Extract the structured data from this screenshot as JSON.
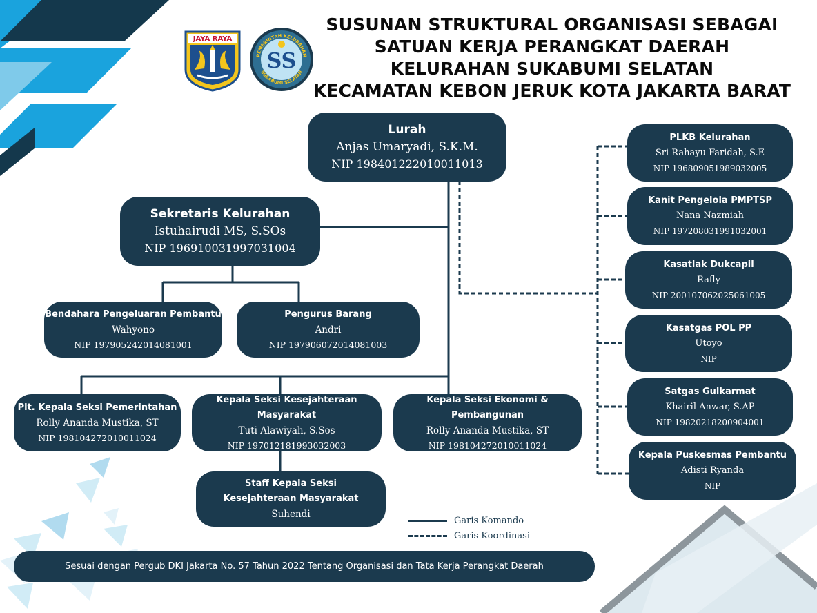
{
  "title": {
    "lines": [
      "SUSUNAN STRUKTURAL ORGANISASI SEBAGAI",
      "SATUAN KERJA PERANGKAT DAERAH",
      "KELURAHAN SUKABUMI SELATAN",
      "KECAMATAN KEBON JERUK KOTA JAKARTA BARAT"
    ]
  },
  "logos": {
    "jaya_raya": "JAYA RAYA",
    "kelurahan_top": "PEMERINTAH KELURAHAN",
    "kelurahan_bottom": "SUKABUMI SELATAN",
    "kelurahan_mono": "SS"
  },
  "lurah": {
    "role": "Lurah",
    "name": "Anjas Umaryadi, S.K.M.",
    "nip": "NIP 198401222010011013"
  },
  "sekretaris": {
    "role": "Sekretaris Kelurahan",
    "name": "Istuhairudi MS, S.SOs",
    "nip": "NIP 196910031997031004"
  },
  "bendahara": {
    "role": "Bendahara Pengeluaran Pembantu",
    "name": "Wahyono",
    "nip": "NIP 197905242014081001"
  },
  "pengurus": {
    "role": "Pengurus Barang",
    "name": "Andri",
    "nip": "NIP 197906072014081003"
  },
  "kasi_pemerintahan": {
    "role": "Plt. Kepala Seksi Pemerintahan",
    "name": "Rolly Ananda Mustika, ST",
    "nip": "NIP 198104272010011024"
  },
  "kasi_kesra": {
    "role": "Kepala Seksi Kesejahteraan Masyarakat",
    "name": "Tuti Alawiyah, S.Sos",
    "nip": "NIP 197012181993032003"
  },
  "kasi_ekbang": {
    "role": "Kepala Seksi Ekonomi & Pembangunan",
    "name": "Rolly Ananda Mustika, ST",
    "nip": "NIP 198104272010011024"
  },
  "staff_kesra": {
    "role_line1": "Staff Kepala Seksi",
    "role_line2": "Kesejahteraan Masyarakat",
    "name": "Suhendi"
  },
  "coordination": [
    {
      "role": "PLKB Kelurahan",
      "name": "Sri Rahayu Faridah, S.E",
      "nip": "NIP 196809051989032005"
    },
    {
      "role": "Kanit Pengelola PMPTSP",
      "name": "Nana Nazmiah",
      "nip": "NIP 197208031991032001"
    },
    {
      "role": "Kasatlak Dukcapil",
      "name": "Rafly",
      "nip": "NIP 200107062025061005"
    },
    {
      "role": "Kasatgas POL PP",
      "name": "Utoyo",
      "nip": "NIP"
    },
    {
      "role": "Satgas Gulkarmat",
      "name": "Khairil Anwar, S.AP",
      "nip": "NIP 19820218200904001"
    },
    {
      "role": "Kepala Puskesmas Pembantu",
      "name": "Adisti Ryanda",
      "nip": "NIP"
    }
  ],
  "legend": {
    "command": "Garis Komando",
    "coordination": "Garis Koordinasi"
  },
  "footer": "Sesuai dengan Pergub DKI Jakarta No. 57 Tahun 2022 Tentang Organisasi dan Tata Kerja Perangkat Daerah",
  "colors": {
    "navy": "#1b3a4e",
    "accent_blue": "#1aa3dd",
    "light_blue": "#bfe3f4",
    "gray": "#8d969c"
  }
}
